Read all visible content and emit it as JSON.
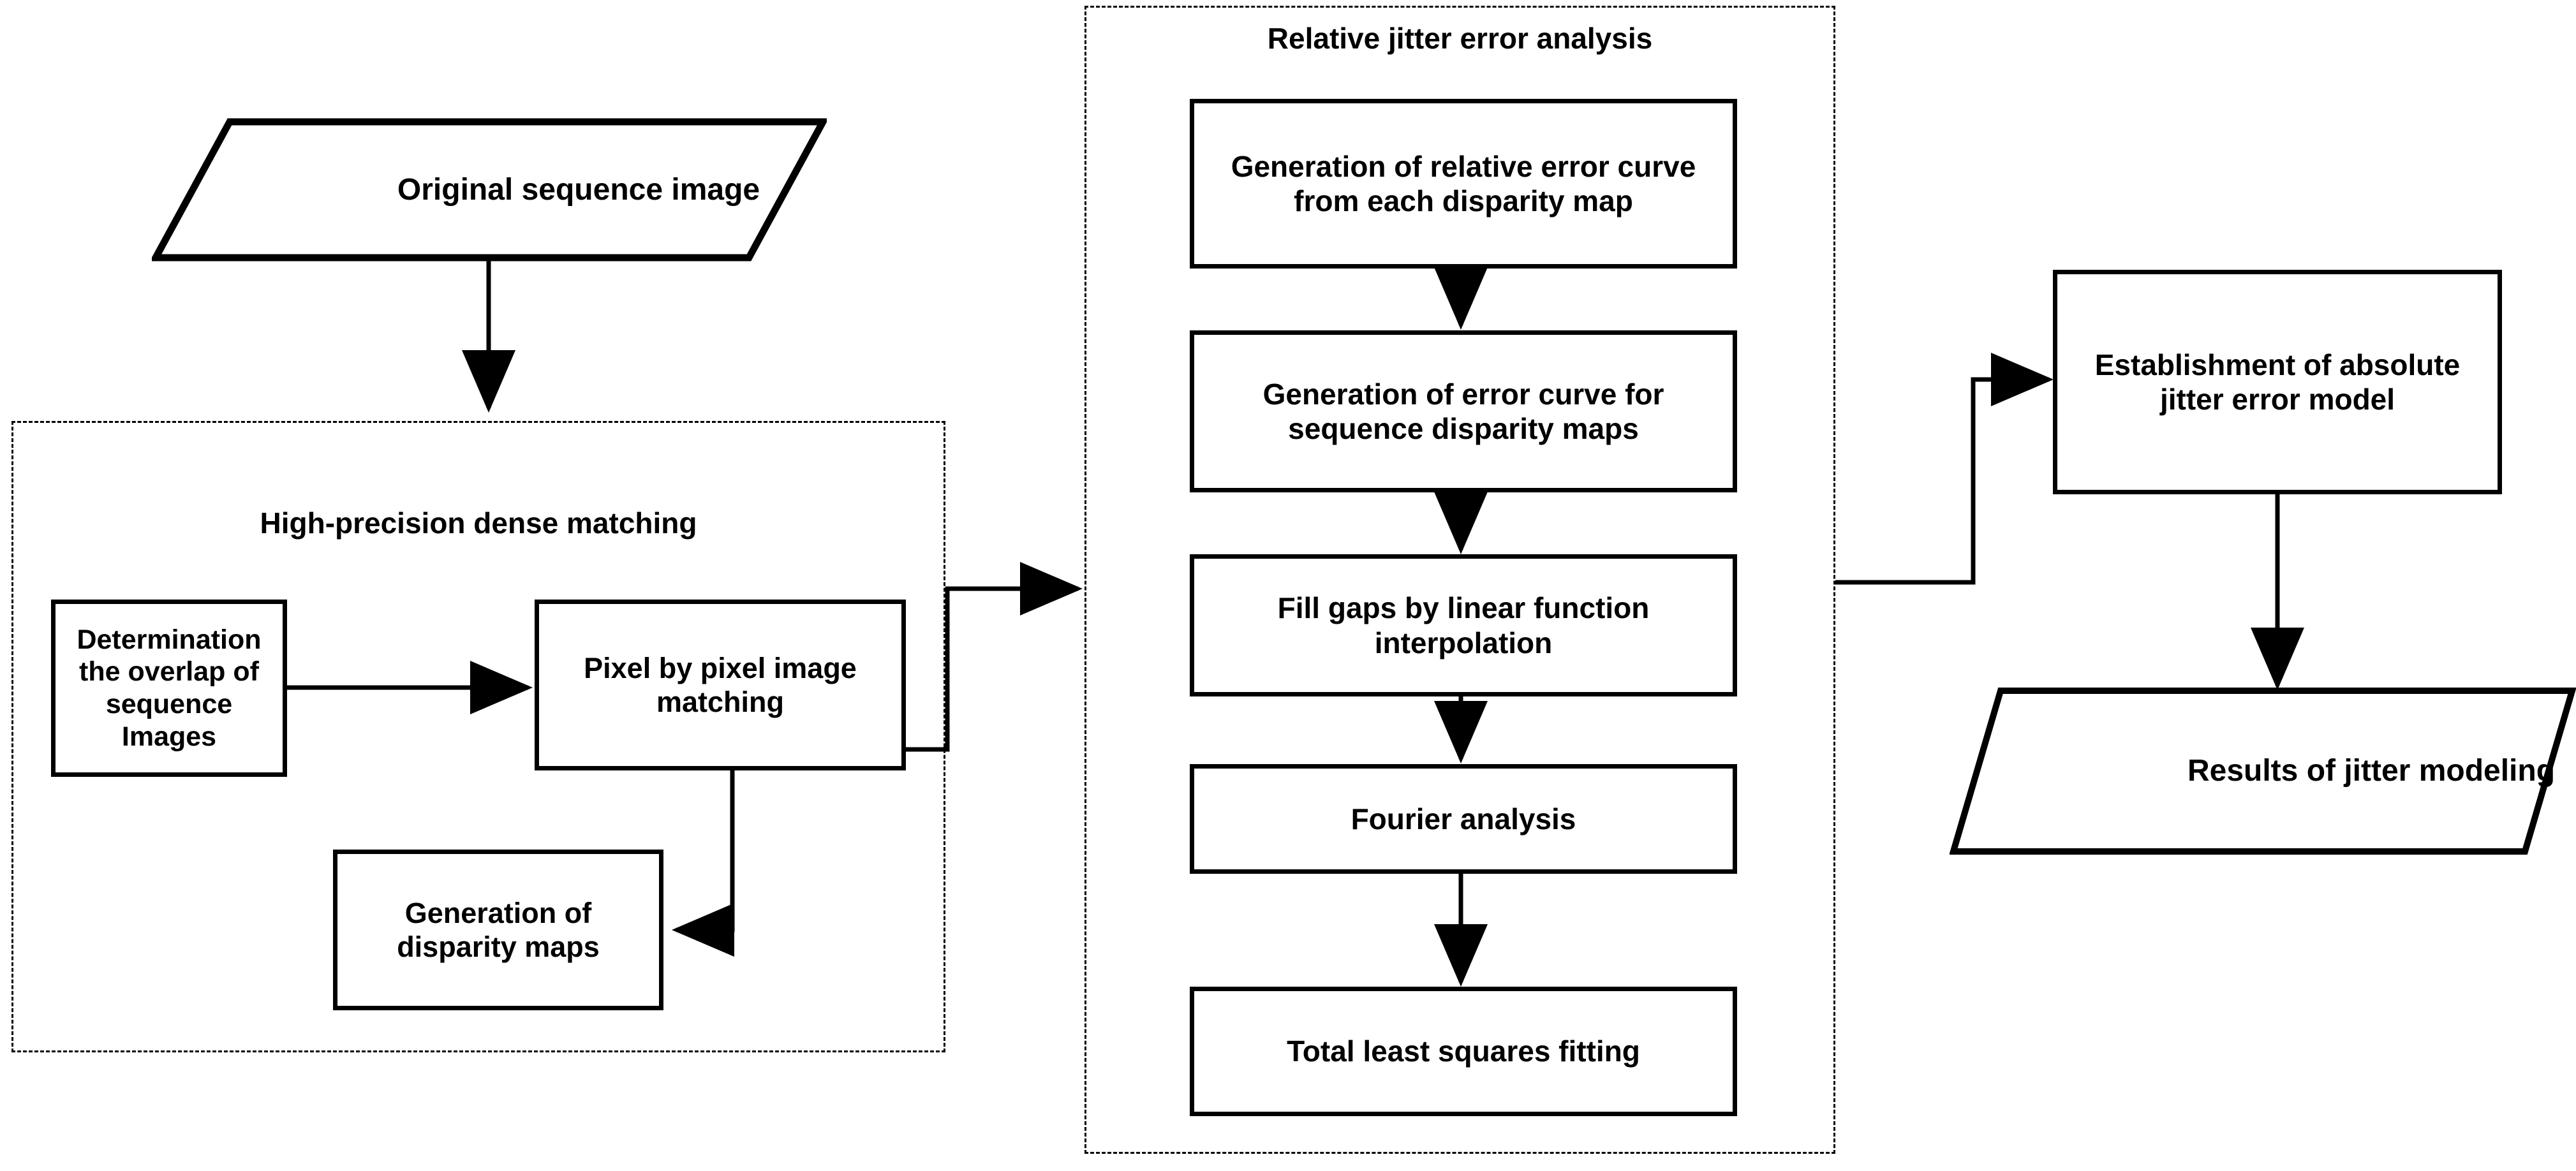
{
  "diagram": {
    "title_visible": false,
    "line_color": "#000000",
    "background_color": "#ffffff"
  },
  "groups": [
    {
      "id": "dense-matching",
      "title": "High-precision dense matching"
    },
    {
      "id": "jitter-analysis",
      "title": "Relative jitter error analysis"
    }
  ],
  "nodes": {
    "original_sequence_image": "Original sequence image",
    "determination_overlap": "Determination the overlap of sequence Images",
    "pixel_matching": "Pixel by pixel image matching",
    "disparity_maps": "Generation of disparity maps",
    "relative_error_curve": "Generation of relative error curve from each disparity map",
    "sequence_error_curve": "Generation of error curve for sequence disparity maps",
    "fill_gaps": "Fill gaps by linear function interpolation",
    "fourier_analysis": "Fourier analysis",
    "total_least_squares": "Total least squares fitting",
    "absolute_model": "Establishment of absolute jitter error model",
    "results_jitter": "Results of jitter modeling"
  },
  "edges": [
    {
      "id": "e1",
      "from": "original_sequence_image",
      "to": "dense-matching-group"
    },
    {
      "id": "e2",
      "from": "determination_overlap",
      "to": "pixel_matching"
    },
    {
      "id": "e3",
      "from": "pixel_matching",
      "to": "disparity_maps"
    },
    {
      "id": "e4",
      "from": "pixel_matching",
      "to": "jitter-analysis-group"
    },
    {
      "id": "e5",
      "from": "relative_error_curve",
      "to": "sequence_error_curve"
    },
    {
      "id": "e6",
      "from": "sequence_error_curve",
      "to": "fill_gaps"
    },
    {
      "id": "e7",
      "from": "fill_gaps",
      "to": "fourier_analysis"
    },
    {
      "id": "e8",
      "from": "fourier_analysis",
      "to": "total_least_squares"
    },
    {
      "id": "e9",
      "from": "jitter-analysis-group",
      "to": "absolute_model"
    },
    {
      "id": "e10",
      "from": "absolute_model",
      "to": "results_jitter"
    }
  ]
}
